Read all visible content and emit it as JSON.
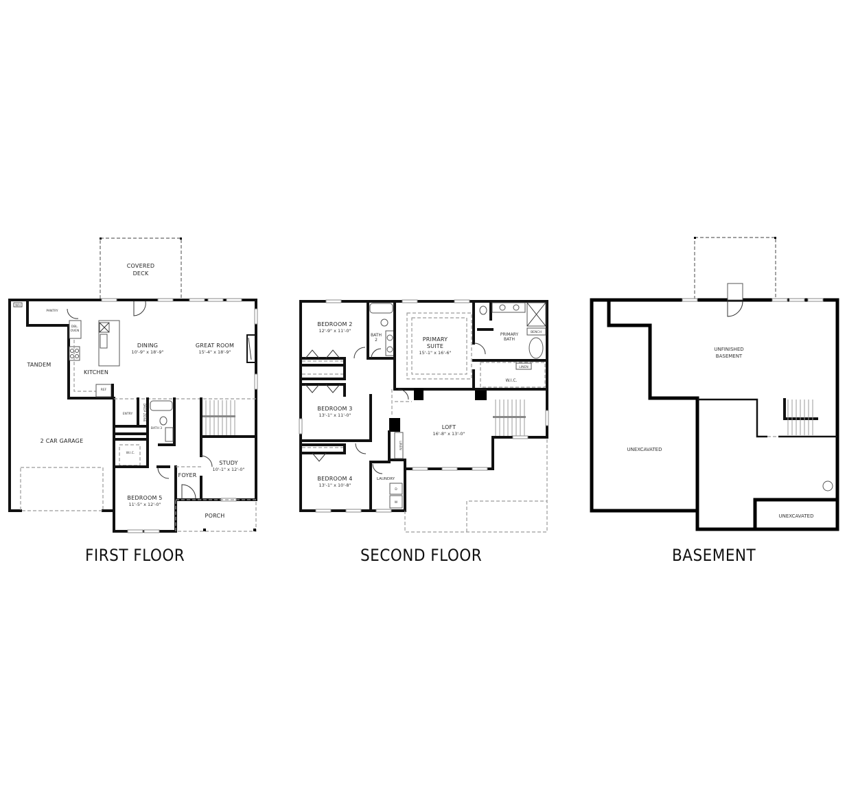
{
  "floors": [
    {
      "title": "FIRST FLOOR",
      "rooms": {
        "covered_deck": {
          "line1": "COVERED",
          "line2": "DECK"
        },
        "pantry": "PANTRY",
        "wh": "WH",
        "dbl_oven": {
          "line1": "DBL.",
          "line2": "OVEN"
        },
        "dining": {
          "label": "DINING",
          "dims": "10'-9\" x 18'-9\""
        },
        "great_room": {
          "label": "GREAT ROOM",
          "dims": "15'-4\" x 18'-9\""
        },
        "kitchen": "KITCHEN",
        "ref": "REF",
        "tandem": "TANDEM",
        "garage": "2 CAR GARAGE",
        "entry": "ENTRY",
        "drop_zone": "DROP ZONE",
        "bath3": "BATH 3",
        "wic": "W.I.C.",
        "foyer": "FOYER",
        "study": {
          "label": "STUDY",
          "dims": "10'-1\" x 12'-0\""
        },
        "bedroom5": {
          "label": "BEDROOM 5",
          "dims": "11'-5\" x 12'-0\""
        },
        "porch": "PORCH"
      }
    },
    {
      "title": "SECOND FLOOR",
      "rooms": {
        "bedroom2": {
          "label": "BEDROOM 2",
          "dims": "12'-9\" x 11'-0\""
        },
        "bath2": {
          "line1": "BATH",
          "line2": "2"
        },
        "primary_suite": {
          "line1": "PRIMARY",
          "line2": "SUITE",
          "dims": "15'-1\" x 16'-6\""
        },
        "primary_bath": {
          "line1": "PRIMARY",
          "line2": "BATH"
        },
        "bench": "BENCH",
        "linen_upper": "LINEN",
        "wic": "W.I.C.",
        "bedroom3": {
          "label": "BEDROOM 3",
          "dims": "13'-1\" x 11'-0\""
        },
        "loft": {
          "label": "LOFT",
          "dims": "16'-8\" x 13'-0\""
        },
        "linen_lower": "LINEN",
        "bedroom4": {
          "label": "BEDROOM 4",
          "dims": "13'-1\" x 10'-8\""
        },
        "laundry": "LAUNDRY",
        "dryer": "D",
        "washer": "W"
      }
    },
    {
      "title": "BASEMENT",
      "rooms": {
        "unfinished": {
          "line1": "UNFINISHED",
          "line2": "BASEMENT"
        },
        "unexcavated_left": "UNEXCAVATED",
        "unexcavated_right": "UNEXCAVATED"
      }
    }
  ]
}
